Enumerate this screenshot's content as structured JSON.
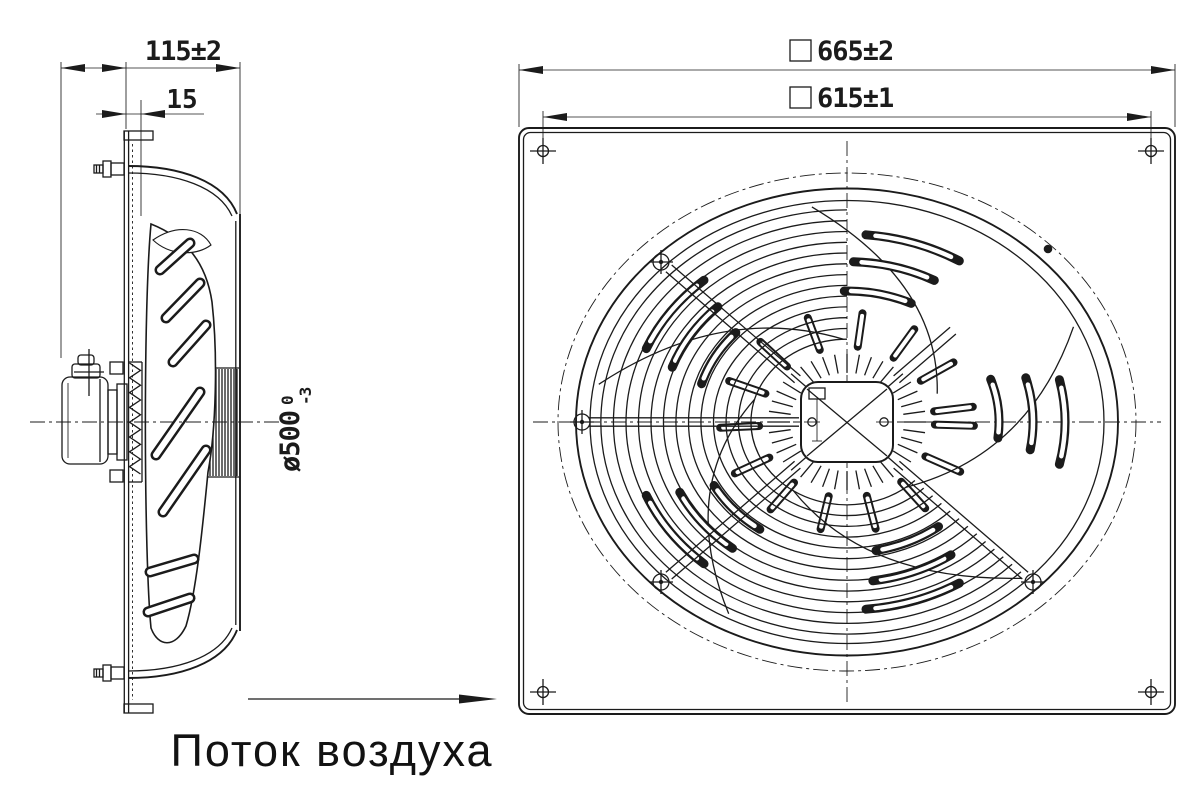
{
  "dims": {
    "depth": "115±2",
    "flange_offset": "15",
    "impeller_dia": "ø500",
    "dia_upper_tol": "0",
    "dia_lower_tol": "-3",
    "plate_size": "665±2",
    "hole_spacing": "615±1"
  },
  "flow": {
    "label": "Поток воздуха"
  },
  "colors": {
    "line": "#1b1b1b",
    "background": "#ffffff"
  }
}
